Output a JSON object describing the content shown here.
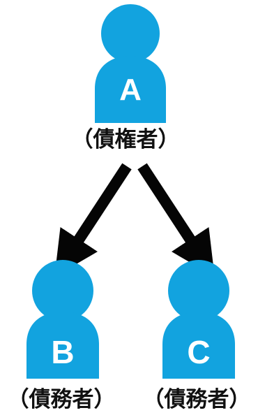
{
  "colors": {
    "person_fill": "#12A3DF",
    "arrow": "#050505",
    "text": "#111111",
    "letter": "#ffffff"
  },
  "creditor": {
    "letter": "A",
    "role": "（債権者）"
  },
  "debtors": [
    {
      "letter": "B",
      "role": "（債務者）"
    },
    {
      "letter": "C",
      "role": "（債務者）"
    }
  ],
  "arrows": [
    {
      "from": "A",
      "to": "B"
    },
    {
      "from": "A",
      "to": "C"
    }
  ]
}
